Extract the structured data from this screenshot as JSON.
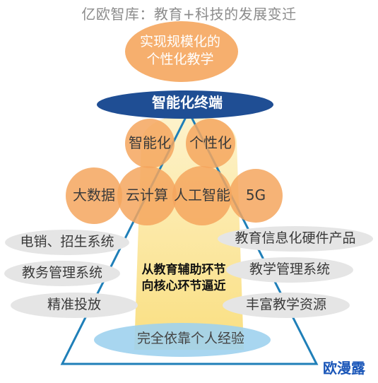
{
  "title": "亿欧智库：教育+科技的发展变迁",
  "goal": [
    "实现规模化的",
    "个性化教学"
  ],
  "terminal": "智能化终端",
  "features": [
    "智能化",
    "个性化"
  ],
  "technologies": [
    "大数据",
    "云计算",
    "人工智能",
    "5G"
  ],
  "left_items": [
    "电销、招生系统",
    "教务管理系统",
    "精准投放"
  ],
  "right_items": [
    "教育信息化硬件产品",
    "教学管理系统",
    "丰富教学资源"
  ],
  "center_text": [
    "从教育辅助环节",
    "向核心环节逼近"
  ],
  "base": "完全依靠个人经验",
  "brand": "欧漫露",
  "colors": {
    "orange": "#f5a65e",
    "dark_blue": "#1f4e94",
    "light_blue": "#9fd1ee",
    "grey": "#e5e5e5",
    "yellow": "#fbe088",
    "triangle": "#1f7fb8"
  }
}
